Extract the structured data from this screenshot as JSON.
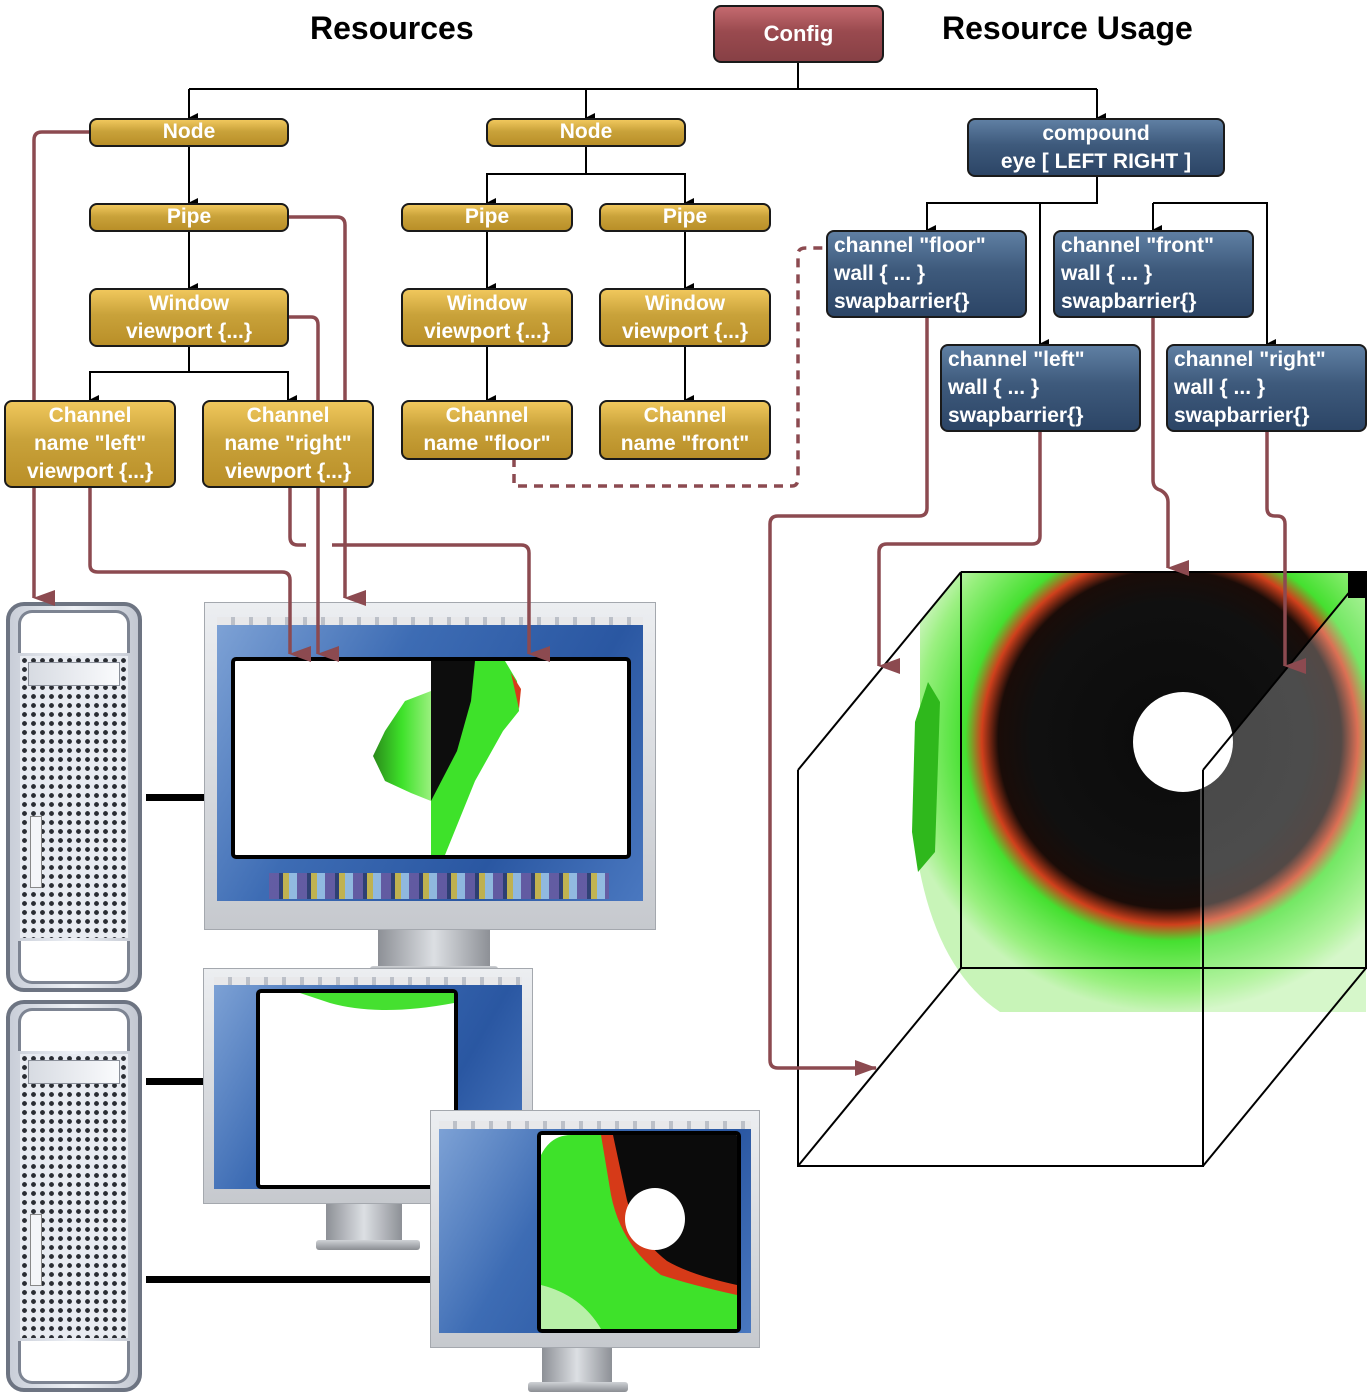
{
  "titles": {
    "left": "Resources",
    "right": "Resource Usage"
  },
  "config": {
    "label": "Config"
  },
  "colors": {
    "resource_box": "#c9a23a",
    "usage_box": "#3e5a7c",
    "config_box": "#9a4a4f",
    "mapping_line": "#8c4a50",
    "hierarchy_line": "#000000"
  },
  "resources": {
    "node1": {
      "label": "Node",
      "pipe": {
        "label": "Pipe"
      },
      "window": {
        "line1": "Window",
        "line2": "viewport {...}"
      },
      "channels": [
        {
          "line1": "Channel",
          "line2": "name \"left\"",
          "line3": "viewport {...}"
        },
        {
          "line1": "Channel",
          "line2": "name \"right\"",
          "line3": "viewport {...}"
        }
      ]
    },
    "node2": {
      "label": "Node",
      "pipes": [
        {
          "label": "Pipe",
          "window": {
            "line1": "Window",
            "line2": "viewport {...}"
          },
          "channel": {
            "line1": "Channel",
            "line2": "name \"floor\""
          }
        },
        {
          "label": "Pipe",
          "window": {
            "line1": "Window",
            "line2": "viewport {...}"
          },
          "channel": {
            "line1": "Channel",
            "line2": "name \"front\""
          }
        }
      ]
    }
  },
  "usage": {
    "compound": {
      "line1": "compound",
      "line2": "eye [ LEFT RIGHT ]"
    },
    "channels": [
      {
        "line1": "channel \"floor\"",
        "line2": "wall { ... }",
        "line3": "swapbarrier{}"
      },
      {
        "line1": "channel \"front\"",
        "line2": "wall { ... }",
        "line3": "swapbarrier{}"
      },
      {
        "line1": "channel \"left\"",
        "line2": "wall { ... }",
        "line3": "swapbarrier{}"
      },
      {
        "line1": "channel \"right\"",
        "line2": "wall { ... }",
        "line3": "swapbarrier{}"
      }
    ]
  },
  "hardware": {
    "computers": [
      "mac-pro-tower",
      "mac-pro-tower"
    ],
    "displays": [
      "wide-display",
      "display-floor",
      "display-front"
    ]
  }
}
